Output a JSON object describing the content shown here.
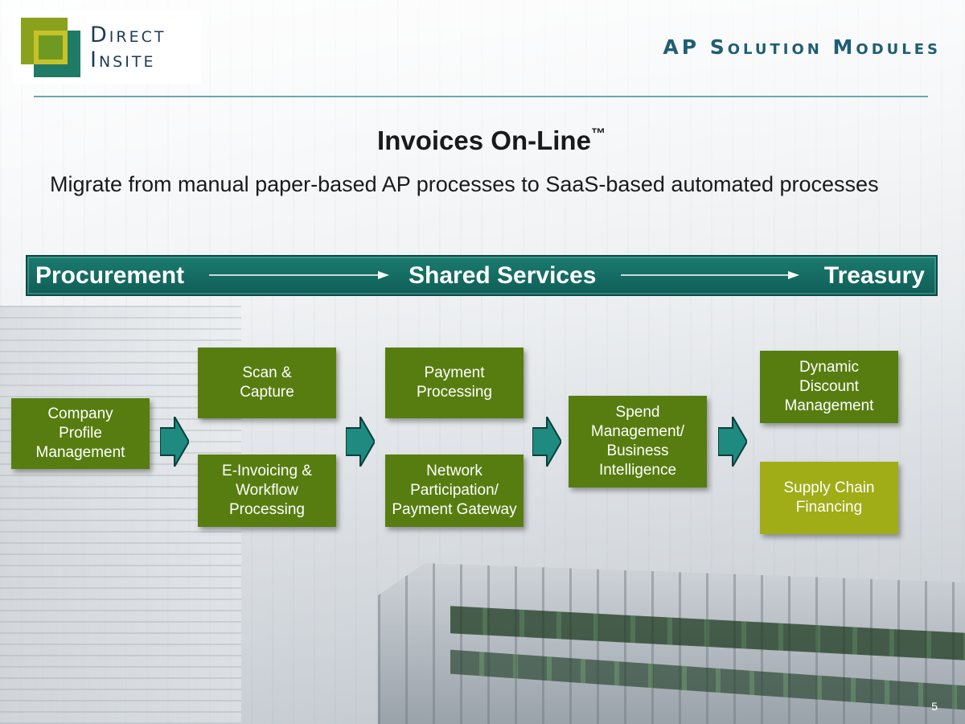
{
  "header": {
    "logo": {
      "line1": "Direct",
      "line2": "Insite"
    },
    "section_title": "AP Solution Modules"
  },
  "slide": {
    "title": "Invoices On-Line",
    "title_mark": "™",
    "subtitle": "Migrate from manual paper-based AP processes to SaaS-based automated processes"
  },
  "banner": {
    "left": "Procurement",
    "center": "Shared Services",
    "right": "Treasury"
  },
  "modules": {
    "company_profile": "Company\nProfile\nManagement",
    "scan_capture": "Scan &\nCapture",
    "e_invoicing": "E-Invoicing &\nWorkflow\nProcessing",
    "payment_processing": "Payment\nProcessing",
    "network_participation": "Network\nParticipation/\nPayment Gateway",
    "spend_management": "Spend\nManagement/\nBusiness\nIntelligence",
    "dynamic_discount": "Dynamic\nDiscount\nManagement",
    "supply_chain": "Supply Chain\nFinancing"
  },
  "colors": {
    "module_green": "#577d10",
    "module_lime": "#a0ad17",
    "banner_teal": "#1b7b6f",
    "arrow_teal": "#1e8a80",
    "header_teal": "#1e5e74"
  },
  "icons": {
    "logo": "direct-insite-square-logo",
    "banner_arrows": "long-right-arrow",
    "flow_arrows": "block-right-arrow"
  },
  "footer": {
    "page_number": "5"
  }
}
